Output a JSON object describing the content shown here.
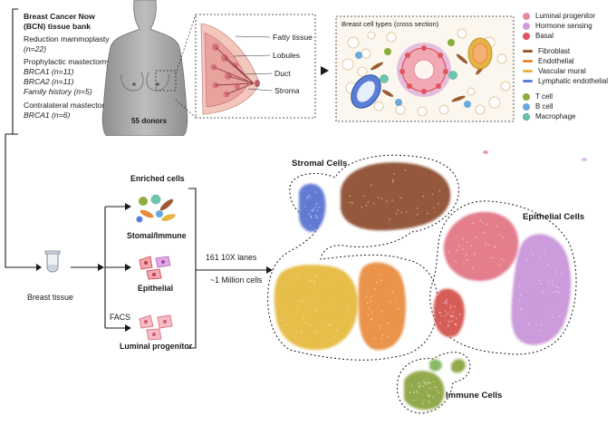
{
  "cohort": {
    "title_line1": "Breast Cancer Now",
    "title_line2": "(BCN) tissue bank",
    "groups": [
      {
        "label": "Reduction mammoplasty",
        "details": [
          "(n=22)"
        ]
      },
      {
        "label": "Prophylactic mastectomy",
        "details": [
          "BRCA1 (n=11)",
          "BRCA2 (n=11)",
          "Family history (n=5)"
        ]
      },
      {
        "label": "Contralateral mastectomy",
        "details": [
          "BRCA1 (n=6)"
        ]
      }
    ],
    "donors": "55 donors"
  },
  "breast_anatomy": {
    "labels": [
      "Fatty tissue",
      "Lobules",
      "Duct",
      "Stroma"
    ]
  },
  "cross_section": {
    "title": "Breast cell types (cross section)"
  },
  "legend": {
    "groups": [
      [
        {
          "label": "Luminal progenitor",
          "color": "#e88a9a",
          "icon": "luminal-progenitor-icon"
        },
        {
          "label": "Hormone sensing",
          "color": "#d79ad8",
          "icon": "hormone-sensing-icon"
        },
        {
          "label": "Basal",
          "color": "#e0545c",
          "icon": "basal-cell-icon"
        }
      ],
      [
        {
          "label": "Fibroblast",
          "color": "#9b5a32",
          "icon": "fibroblast-icon"
        },
        {
          "label": "Endothelial",
          "color": "#e98a3a",
          "icon": "endothelial-icon"
        },
        {
          "label": "Vascular mural",
          "color": "#e6b445",
          "icon": "vascular-mural-icon"
        },
        {
          "label": "Lymphatic endothelial",
          "color": "#5b7fd6",
          "icon": "lymphatic-endothelial-icon"
        }
      ],
      [
        {
          "label": "T cell",
          "color": "#8aae3a",
          "icon": "t-cell-icon"
        },
        {
          "label": "B cell",
          "color": "#6aa9dd",
          "icon": "b-cell-icon"
        },
        {
          "label": "Macrophage",
          "color": "#6cc6ac",
          "icon": "macrophage-icon"
        }
      ]
    ]
  },
  "workflow": {
    "tissue_label": "Breast tissue",
    "enriched_title": "Enriched cells",
    "fractions": [
      {
        "label": "Stomal/Immune"
      },
      {
        "label": "Epithelial"
      },
      {
        "label": "Luminal progenitor"
      }
    ],
    "facs_label": "FACS",
    "lanes": "161 10X lanes",
    "cells": "~1 Million cells"
  },
  "umap": {
    "clusters": [
      {
        "label": "Stromal Cells"
      },
      {
        "label": "Epithelial Cells"
      },
      {
        "label": "Immune Cells"
      }
    ],
    "colors": {
      "fibroblast": "#8b4a2b",
      "lymphatic": "#5671cf",
      "vascular_mural": "#e6b83a",
      "endothelial": "#e88a3a",
      "luminal_progenitor": "#e27383",
      "basal": "#d4504a",
      "hormone_sensing": "#c793d8",
      "immune": "#8aa33c",
      "immune_small": "#7fb35a"
    }
  }
}
